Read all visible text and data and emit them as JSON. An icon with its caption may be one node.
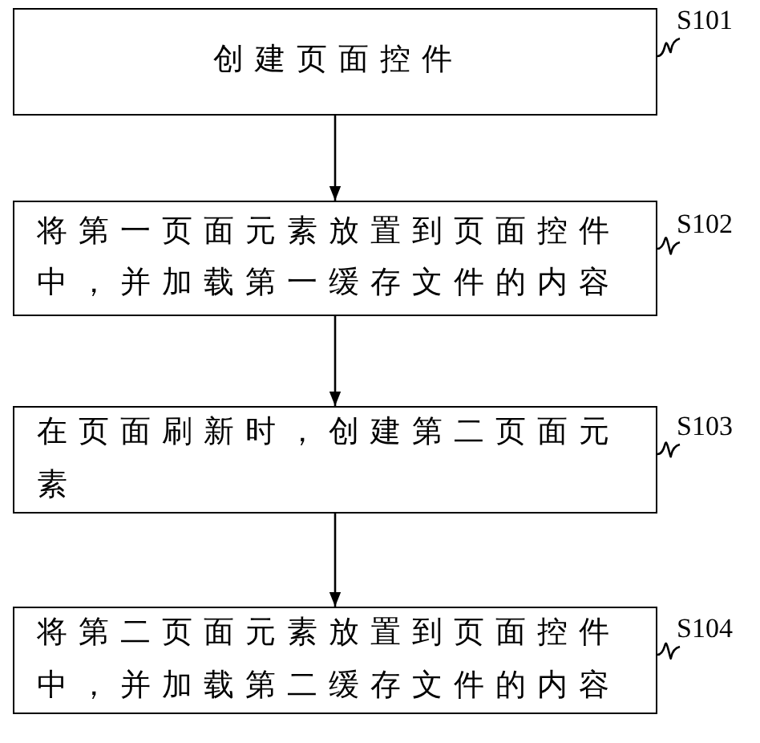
{
  "diagram": {
    "nodes": [
      {
        "text": [
          "创建页面控件"
        ]
      },
      {
        "text": [
          "将第一页面元素放置到页面控件中，并加载第一缓存文件的内容"
        ]
      },
      {
        "text": [
          "在页面刷新时，创建第二页面元素"
        ]
      },
      {
        "text": [
          "将第二页面元素放置到页面控件中，并加载第二缓存文件的内容"
        ]
      },
      {
        "text": [
          "S101"
        ]
      },
      {
        "text": [
          "S102"
        ]
      },
      {
        "text": [
          "S103"
        ]
      },
      {
        "text": [
          "S104"
        ]
      }
    ],
    "edges": [
      {
        "from": 0,
        "to": 1,
        "arrow": "to"
      },
      {
        "from": 1,
        "to": 2,
        "arrow": "to"
      },
      {
        "from": 2,
        "to": 3,
        "arrow": "to"
      },
      {
        "from": 4,
        "to": 0,
        "arrow": "none"
      },
      {
        "from": 5,
        "to": 1,
        "arrow": "none"
      },
      {
        "from": 6,
        "to": 2,
        "arrow": "none"
      },
      {
        "from": 7,
        "to": 3,
        "arrow": "none"
      }
    ]
  }
}
